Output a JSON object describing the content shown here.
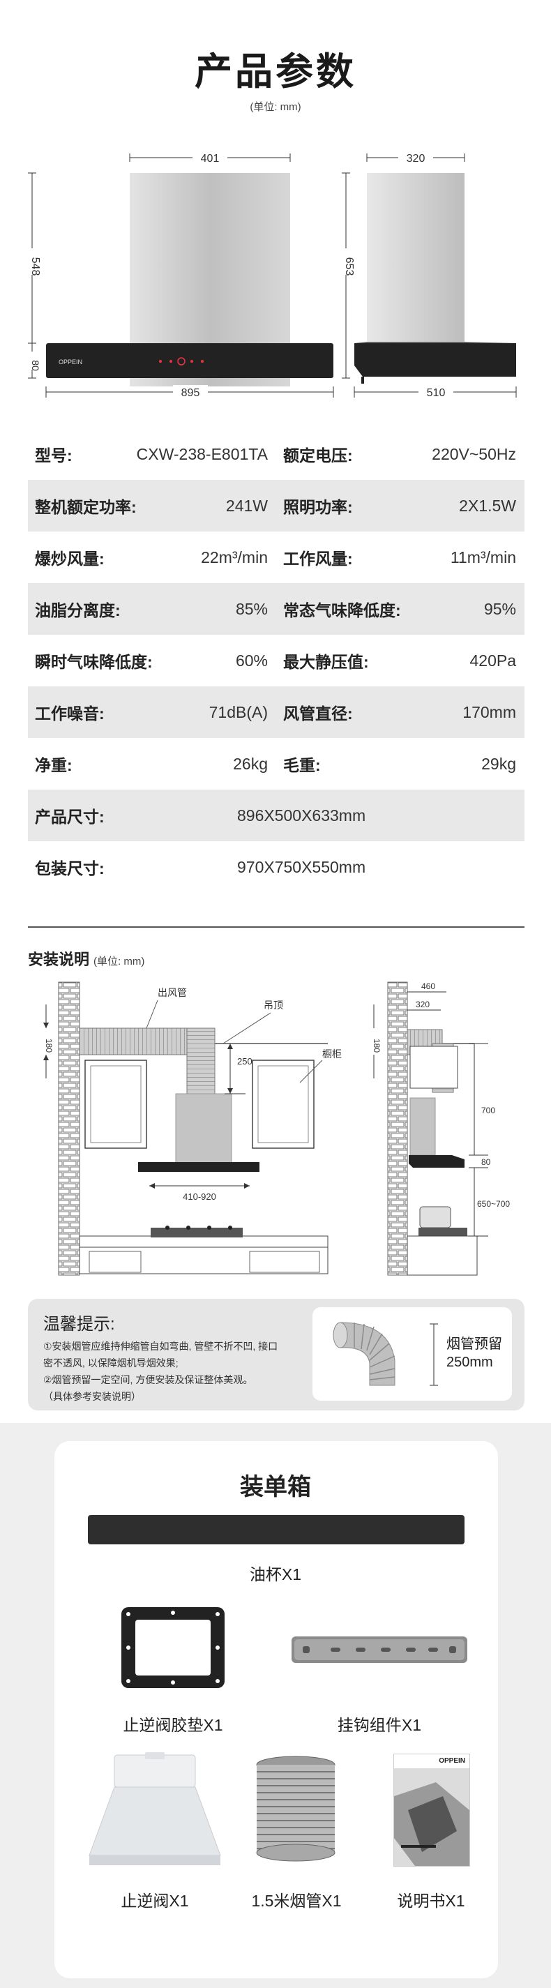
{
  "header": {
    "title": "产品参数",
    "unit": "(单位: mm)"
  },
  "dimensions": {
    "front_width": "895",
    "front_chimney_width": "401",
    "front_height": "548",
    "front_panel_height": "80",
    "side_depth": "510",
    "side_chimney_width": "320",
    "side_height": "653",
    "logo": "OPPEIN"
  },
  "specs": [
    {
      "l1": "型号:",
      "v1": "CXW-238-E801TA",
      "l2": "额定电压:",
      "v2": "220V~50Hz"
    },
    {
      "l1": "整机额定功率:",
      "v1": "241W",
      "l2": "照明功率:",
      "v2": "2X1.5W"
    },
    {
      "l1": "爆炒风量:",
      "v1": "22m³/min",
      "l2": "工作风量:",
      "v2": "11m³/min"
    },
    {
      "l1": "油脂分离度:",
      "v1": "85%",
      "l2": "常态气味降低度:",
      "v2": "95%"
    },
    {
      "l1": "瞬时气味降低度:",
      "v1": "60%",
      "l2": "最大静压值:",
      "v2": "420Pa"
    },
    {
      "l1": "工作噪音:",
      "v1": "71dB(A)",
      "l2": "风管直径:",
      "v2": "170mm"
    },
    {
      "l1": "净重:",
      "v1": "26kg",
      "l2": "毛重:",
      "v2": "29kg"
    }
  ],
  "specs_full": [
    {
      "label": "产品尺寸:",
      "value": "896X500X633mm"
    },
    {
      "label": "包装尺寸:",
      "value": "970X750X550mm"
    }
  ],
  "installation": {
    "title": "安装说明",
    "unit": "(单位: mm)",
    "labels": {
      "duct": "出风管",
      "ceiling": "吊顶",
      "cabinet": "橱柜",
      "d250": "250",
      "d180": "180",
      "width_range": "410-920",
      "s460": "460",
      "s320": "320",
      "s180": "180",
      "s700": "700",
      "s80": "80",
      "s650": "650~700"
    }
  },
  "tips": {
    "title": "温馨提示:",
    "lines": [
      "①安装烟管应维持伸缩管自如弯曲, 管壁不折不凹, 接口",
      "密不透风, 以保障烟机导烟效果;",
      "②烟管预留一定空间, 方便安装及保证整体美观。",
      "（具体参考安装说明）"
    ],
    "reserve_line1": "烟管预留",
    "reserve_line2": "250mm"
  },
  "packing": {
    "title": "装单箱",
    "items": [
      {
        "label": "油杯X1"
      },
      {
        "label": "止逆阀胶垫X1"
      },
      {
        "label": "挂钩组件X1"
      },
      {
        "label": "止逆阀X1"
      },
      {
        "label": "1.5米烟管X1"
      },
      {
        "label": "说明书X1"
      }
    ],
    "manual_brand": "OPPEIN"
  },
  "colors": {
    "accent": "#1a1a1a",
    "panel": "#2b2b2b",
    "steel": "#c6c6c6",
    "alt_row": "#e8e8e8"
  }
}
